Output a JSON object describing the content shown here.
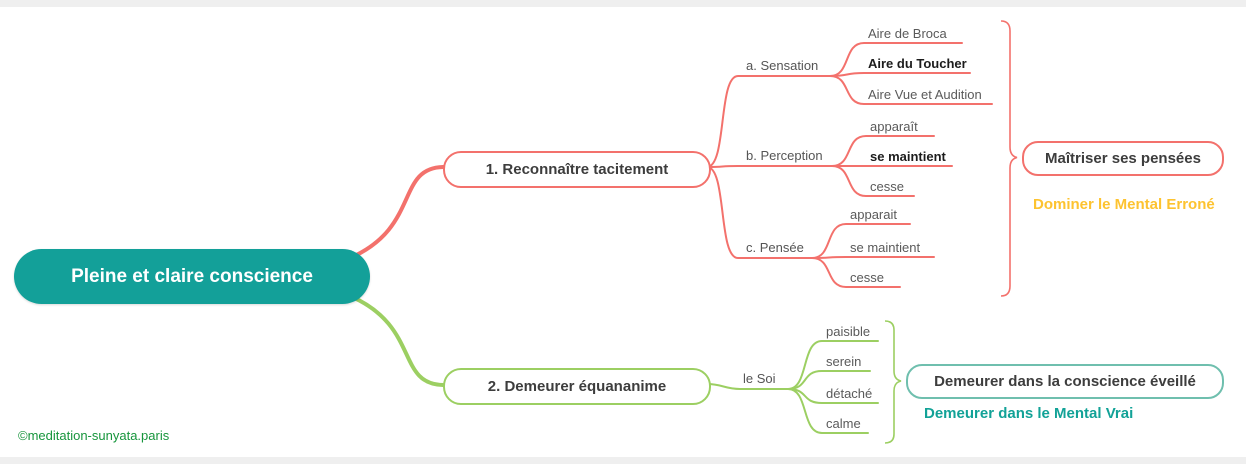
{
  "root": {
    "label": "Pleine et claire conscience"
  },
  "colors": {
    "root_fill": "#13a099",
    "branch1_red": "#f3716c",
    "branch2_green": "#9ccf62",
    "summary2_border_teal": "#6fbfae",
    "caption_gold": "#fdc330",
    "caption_teal": "#12a297",
    "watermark_green": "#17953c"
  },
  "branch1": {
    "node": "1. Reconnaître tacitement",
    "children": [
      {
        "label": "a. Sensation",
        "leaves": [
          "Aire de Broca",
          "Aire du Toucher",
          "Aire Vue et Audition"
        ]
      },
      {
        "label": "b. Perception",
        "leaves": [
          "apparaît",
          "se maintient",
          "cesse"
        ]
      },
      {
        "label": "c. Pensée",
        "leaves": [
          "apparait",
          "se maintient",
          "cesse"
        ]
      }
    ],
    "summary_node": "Maîtriser ses pensées",
    "caption": "Dominer le Mental Erroné"
  },
  "branch2": {
    "node": "2. Demeurer équananime",
    "children": [
      {
        "label": "le Soi",
        "leaves": [
          "paisible",
          "serein",
          "détaché",
          "calme"
        ]
      }
    ],
    "summary_node": "Demeurer dans la conscience éveillé",
    "caption": "Demeurer dans le Mental Vrai"
  },
  "footer": {
    "watermark": "©meditation-sunyata.paris"
  }
}
